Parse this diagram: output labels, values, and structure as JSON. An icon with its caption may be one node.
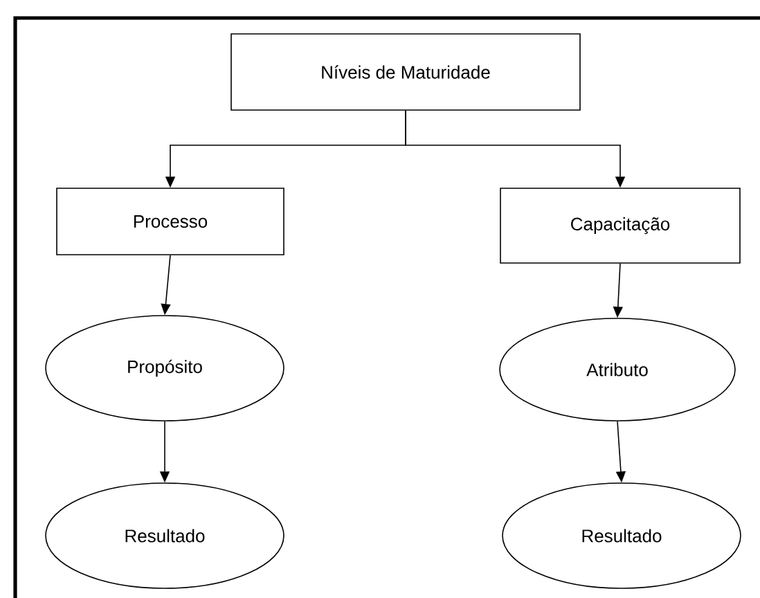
{
  "diagram": {
    "nodes": [
      {
        "text": [
          "Níveis de Maturidade"
        ]
      },
      {
        "text": [
          "Processo"
        ]
      },
      {
        "text": [
          "Capacitação"
        ]
      },
      {
        "text": [
          "Propósito"
        ]
      },
      {
        "text": [
          "Atributo"
        ]
      },
      {
        "text": [
          "Resultado"
        ]
      },
      {
        "text": [
          "Resultado"
        ]
      }
    ],
    "edges": [
      {
        "from": 0,
        "to": 1,
        "arrow": "to"
      },
      {
        "from": 0,
        "to": 2,
        "arrow": "to"
      },
      {
        "from": 1,
        "to": 3,
        "arrow": "to"
      },
      {
        "from": 2,
        "to": 4,
        "arrow": "to"
      },
      {
        "from": 3,
        "to": 5,
        "arrow": "to"
      },
      {
        "from": 4,
        "to": 6,
        "arrow": "to"
      }
    ]
  }
}
